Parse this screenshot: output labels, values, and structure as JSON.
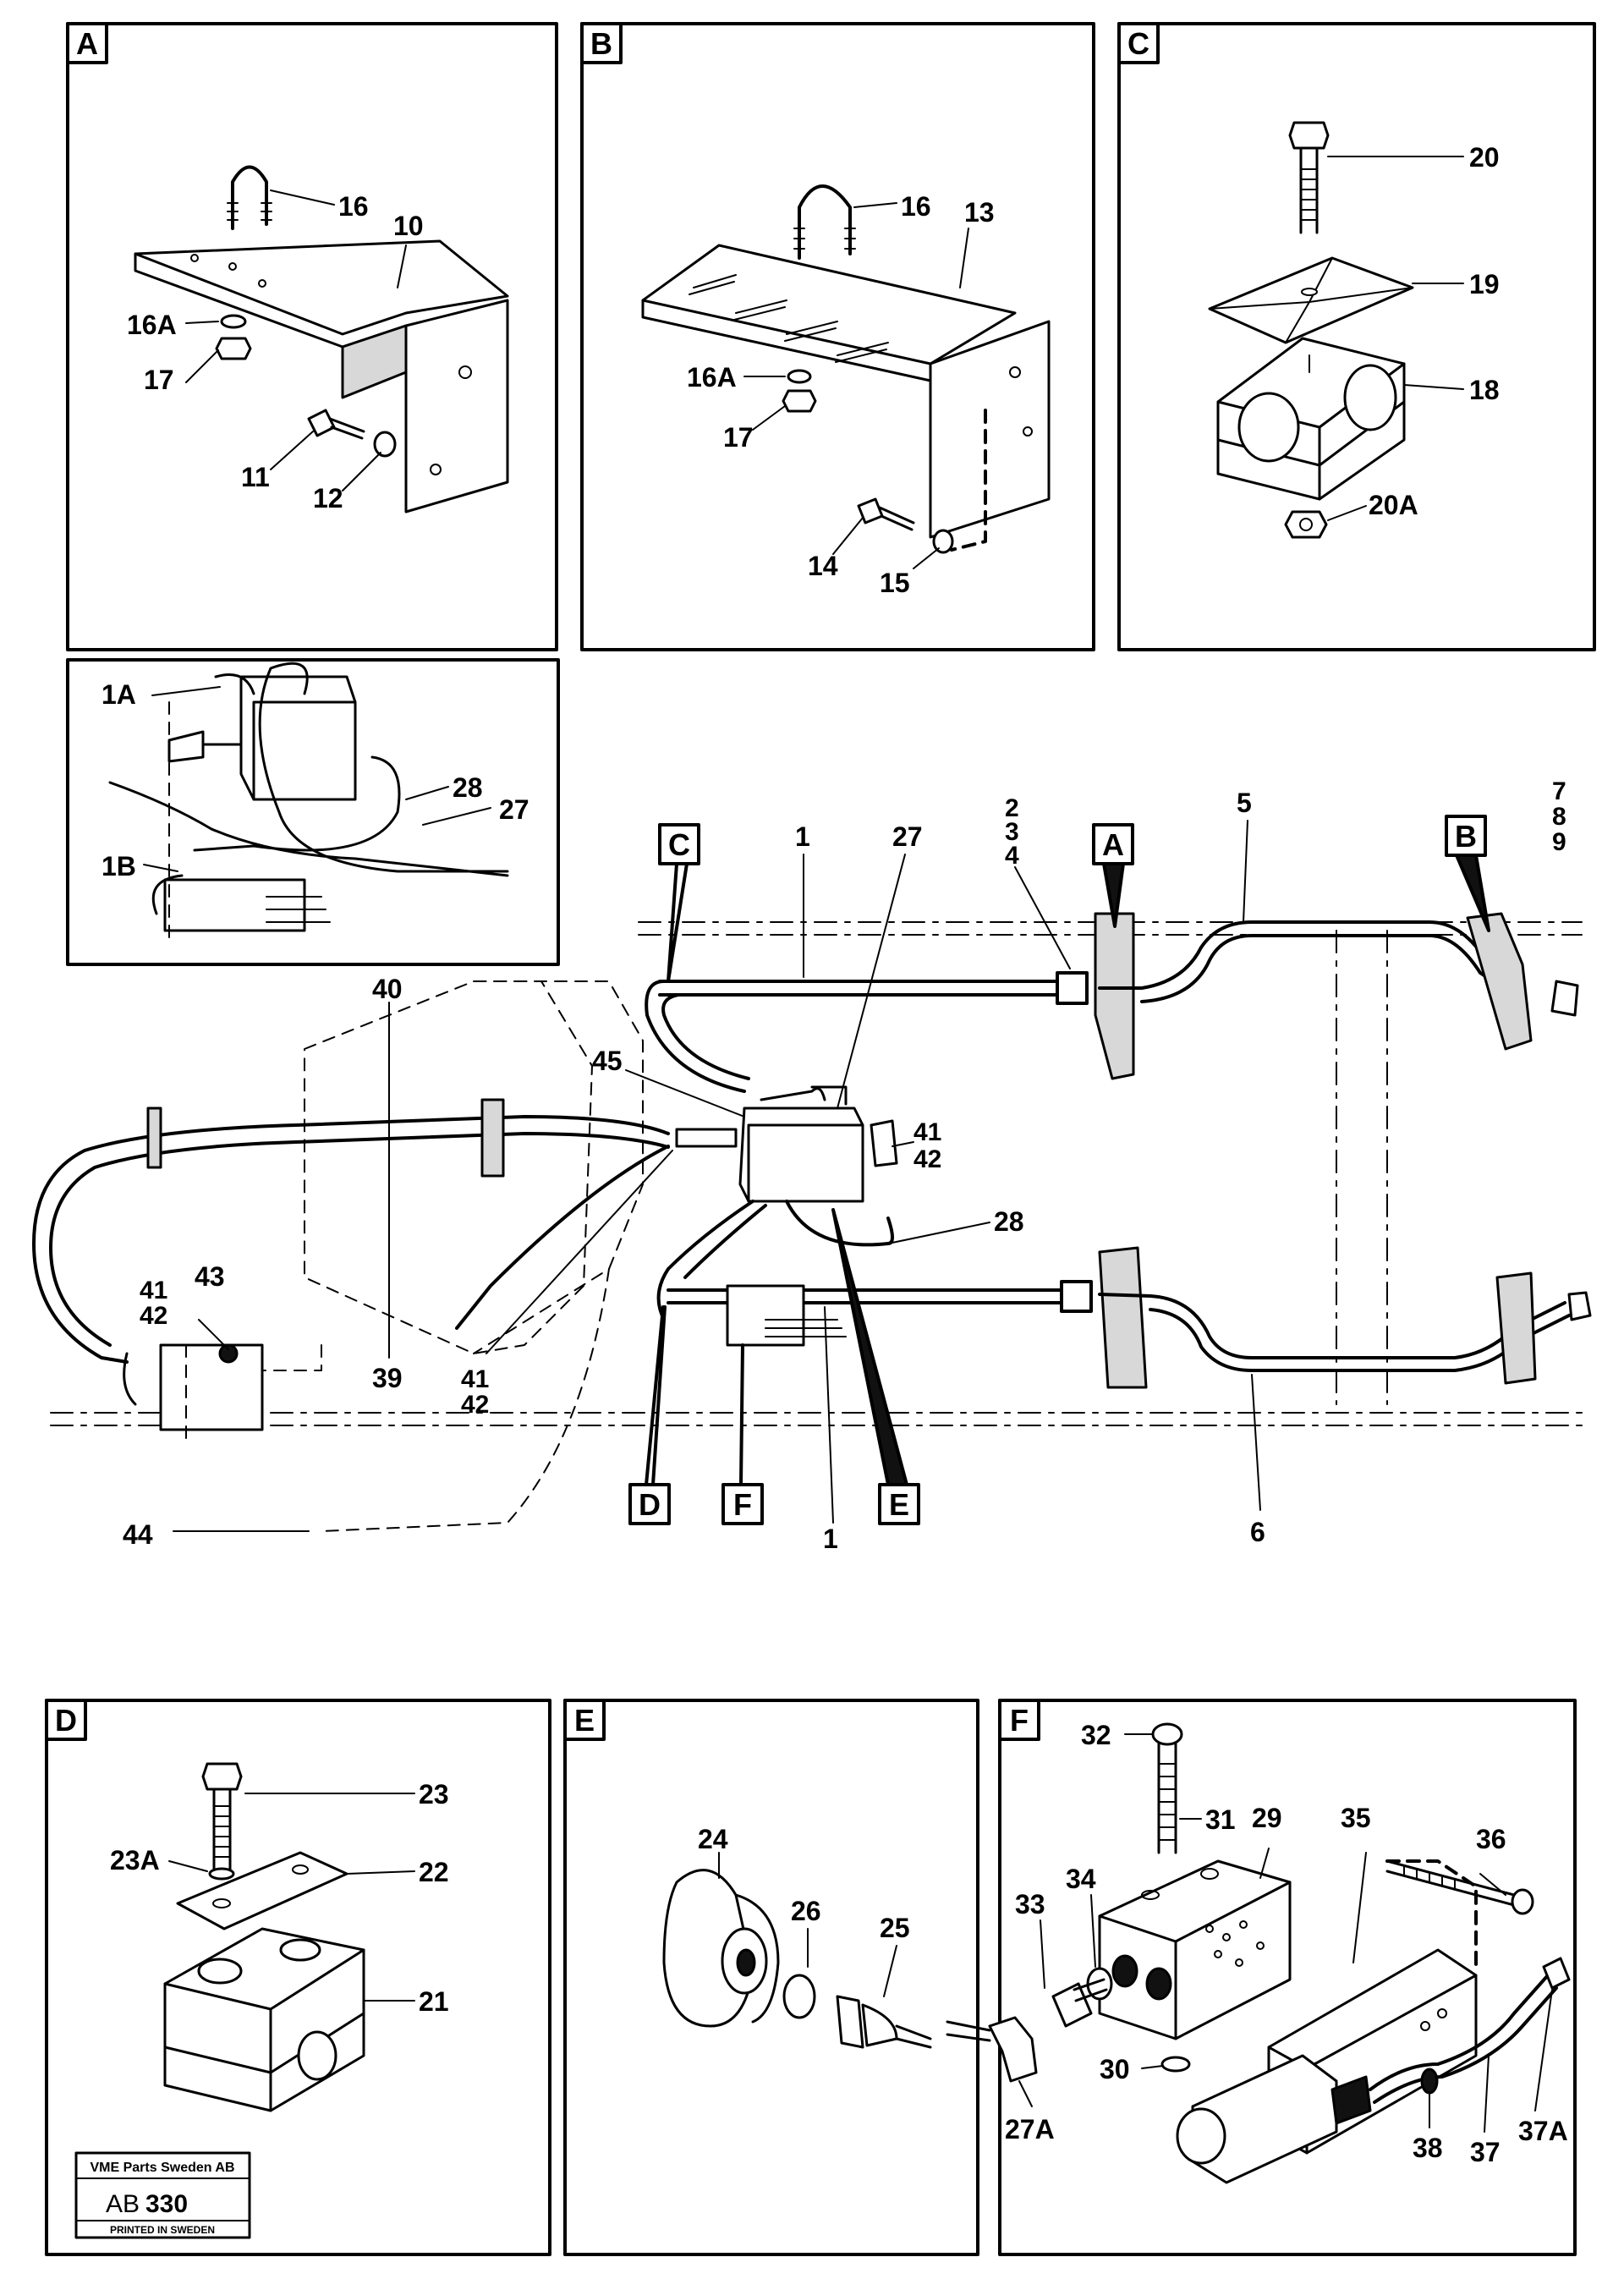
{
  "panels": {
    "A": {
      "label": "A",
      "callouts": [
        "16",
        "10",
        "16A",
        "17",
        "11",
        "12"
      ]
    },
    "B": {
      "label": "B",
      "callouts": [
        "16",
        "13",
        "16A",
        "17",
        "14",
        "15"
      ]
    },
    "C": {
      "label": "C",
      "callouts": [
        "20",
        "19",
        "18",
        "20A"
      ]
    },
    "D": {
      "label": "D",
      "callouts": [
        "23",
        "23A",
        "22",
        "21"
      ]
    },
    "E": {
      "label": "E",
      "callouts": [
        "24",
        "26",
        "25"
      ]
    },
    "F": {
      "label": "F",
      "callouts": [
        "32",
        "31",
        "29",
        "35",
        "36",
        "33",
        "34",
        "30",
        "27A",
        "38",
        "37",
        "37A"
      ]
    }
  },
  "inset": {
    "callouts": [
      "1A",
      "28",
      "27",
      "1B"
    ]
  },
  "main": {
    "markers": [
      "C",
      "A",
      "B",
      "D",
      "F",
      "E"
    ],
    "callouts": [
      "1",
      "27",
      "2",
      "3",
      "4",
      "5",
      "7",
      "8",
      "9",
      "40",
      "45",
      "41",
      "42",
      "28",
      "41",
      "42",
      "43",
      "39",
      "41",
      "42",
      "44",
      "1",
      "6"
    ]
  },
  "stamp": {
    "company": "VME Parts Sweden AB",
    "code_prefix": "AB",
    "code_number": "330",
    "printed": "PRINTED IN SWEDEN"
  }
}
